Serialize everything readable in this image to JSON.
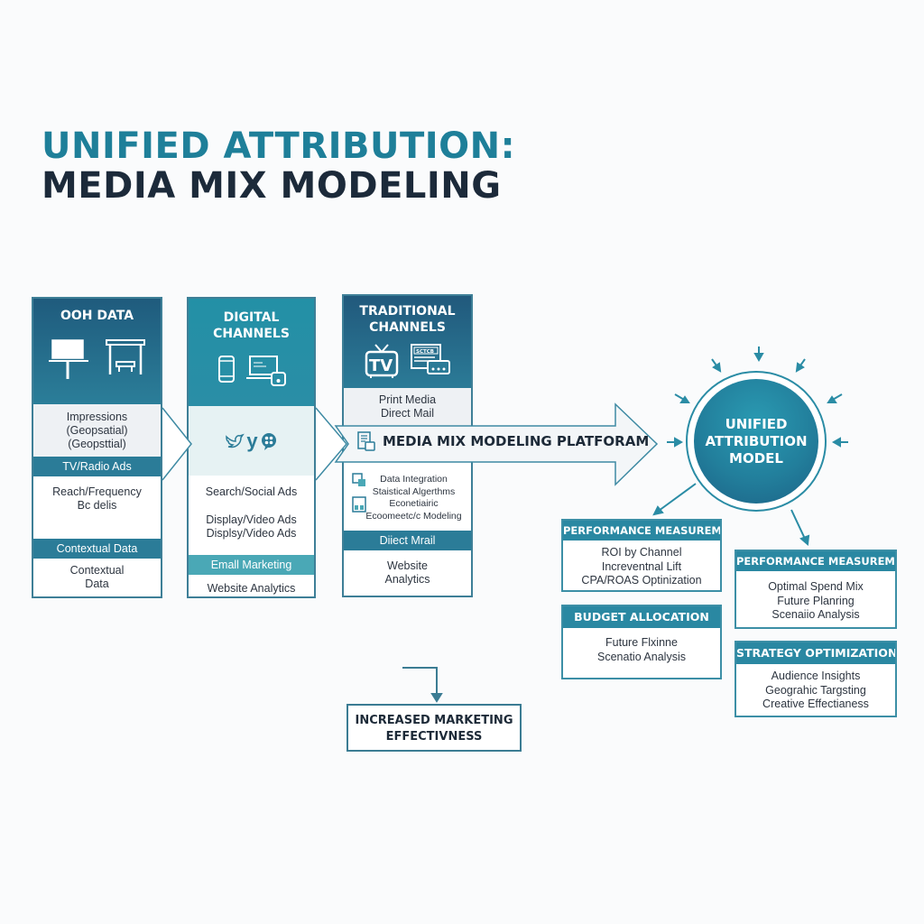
{
  "title": {
    "line1": "UNIFIED ATTRIBUTION:",
    "line2": "MEDIA MIX MODELING"
  },
  "colors": {
    "accent_teal": "#1e7f99",
    "navy": "#1c2a3a",
    "header_dark": "#2b7c98",
    "header_teal": "#4aa8b6"
  },
  "columns": {
    "ooh": {
      "heading": "OOH DATA",
      "icons": [
        "billboard-icon",
        "bus-shelter-icon"
      ],
      "impressions": [
        "Impressions",
        "(Geopsatial)",
        "(Geopsttial)"
      ],
      "band1": "TV/Radio Ads",
      "reach": [
        "Reach/Frequency",
        "Bc delis"
      ],
      "band2": "Contextual Data",
      "contextual": [
        "Contextual",
        "Data"
      ]
    },
    "digital": {
      "heading_line1": "DIGITAL",
      "heading_line2": "CHANNELS",
      "icons": [
        "smartphone-icon",
        "laptop-icon"
      ],
      "social_icons": [
        "twitter-icon",
        "vimeo-icon",
        "social-bubble-icon"
      ],
      "social_text": "y",
      "search": "Search/Social Ads",
      "display": [
        "Display/Video Ads",
        "Displsy/Video Ads"
      ],
      "band": "Emall Marketing",
      "website": "Website Analytics"
    },
    "traditional": {
      "heading_line1": "TRADITIONAL",
      "heading_line2": "CHANNELS",
      "icons": [
        "tv-icon",
        "newspaper-radio-icon"
      ],
      "tv_label": "TV",
      "paper_label": "SCTCB",
      "print": [
        "Print Media",
        "Direct Mail"
      ],
      "methods": [
        "Data Integration",
        "Staistical Algerthms",
        "Econetiairic",
        "Ecoomeetc/c Modeling"
      ],
      "band": "Diiect Mrail",
      "website": [
        "Website",
        "Analytics"
      ]
    }
  },
  "platform": {
    "label": "MEDIA MIX MODELING PLATFORAM",
    "icon": "document-icon"
  },
  "model": {
    "line1": "UNIFIED",
    "line2": "ATTRIBUTION",
    "line3": "MODEL"
  },
  "outputs": [
    {
      "heading": "PERFORMANCE MEASUREMENT",
      "items": [
        "ROI by Channel",
        "Increventnal Lift",
        "CPA/ROAS Optinization"
      ]
    },
    {
      "heading": "BUDGET ALLOCATION",
      "items": [
        "Future Flxinne",
        "Scenatio Analysis"
      ]
    },
    {
      "heading": "PERFORMANCE MEASUREMENT",
      "items": [
        "Optimal Spend Mix",
        "Future Planring",
        "Scenaiio Analysis"
      ]
    },
    {
      "heading": "STRATEGY OPTIMIZATION",
      "items": [
        "Audience Insights",
        "Geograhic Targsting",
        "Creative Effectianess"
      ]
    }
  ],
  "outcome": {
    "line1": "INCREASED MARKETING",
    "line2": "EFFECTIVNESS"
  }
}
